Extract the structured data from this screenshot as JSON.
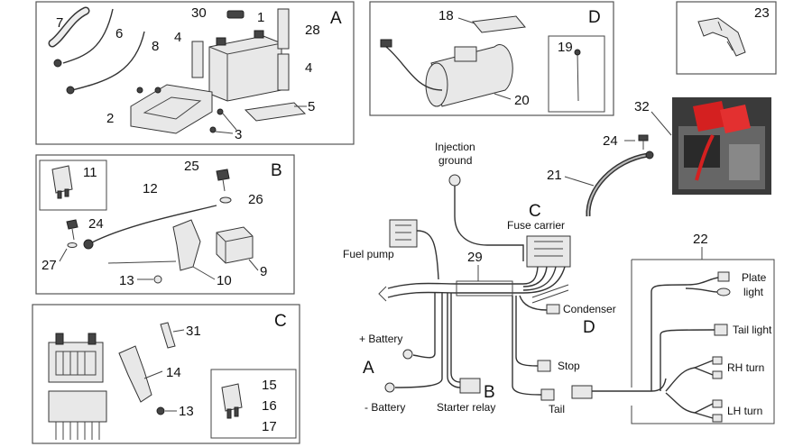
{
  "diagram": {
    "section_letters": {
      "a": "A",
      "b": "B",
      "c": "C",
      "d": "D"
    },
    "part_numbers": {
      "p1": "1",
      "p2": "2",
      "p3": "3",
      "p4a": "4",
      "p4b": "4",
      "p5": "5",
      "p6": "6",
      "p7": "7",
      "p8": "8",
      "p9": "9",
      "p10": "10",
      "p11": "11",
      "p12": "12",
      "p13a": "13",
      "p13b": "13",
      "p14": "14",
      "p15": "15",
      "p16": "16",
      "p17": "17",
      "p18": "18",
      "p19": "19",
      "p20": "20",
      "p21": "21",
      "p22": "22",
      "p23": "23",
      "p24a": "24",
      "p24b": "24",
      "p25": "25",
      "p26": "26",
      "p27": "27",
      "p28": "28",
      "p29": "29",
      "p30": "30",
      "p31": "31",
      "p32": "32"
    },
    "wiring_labels": {
      "injection_ground_1": "Injection",
      "injection_ground_2": "ground",
      "fuse_carrier": "Fuse carrier",
      "fuel_pump": "Fuel pump",
      "condenser": "Condenser",
      "plus_battery": "+ Battery",
      "minus_battery": "- Battery",
      "starter_relay": "Starter relay",
      "stop": "Stop",
      "tail": "Tail",
      "plate_light_1": "Plate",
      "plate_light_2": "light",
      "tail_light": "Tail light",
      "rh_turn": "RH turn",
      "lh_turn": "LH turn",
      "harness_letter_c": "C",
      "harness_letter_d": "D",
      "harness_letter_a": "A",
      "harness_letter_b": "B"
    },
    "colors": {
      "relay_red": "#d42020",
      "line": "#333333"
    }
  }
}
